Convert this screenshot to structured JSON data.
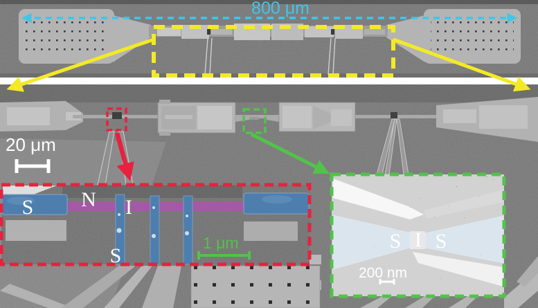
{
  "figure": {
    "top_panel": {
      "scale_label": "800 μm"
    },
    "main_panel": {
      "scale_label": "20 μm"
    },
    "red_inset": {
      "label_s_left": "S",
      "label_n": "N",
      "label_i": "I",
      "label_s_bottom": "S",
      "scale_label": "1 μm"
    },
    "green_inset": {
      "label_s_left": "S",
      "label_i": "I",
      "label_s_right": "S",
      "scale_label": "200 nm"
    },
    "colors": {
      "cyan": "#3fc6e8",
      "yellow": "#f3ea25",
      "red": "#e8213f",
      "green": "#53c24b",
      "blue": "#4d7eae",
      "purple": "#a757a7"
    }
  }
}
